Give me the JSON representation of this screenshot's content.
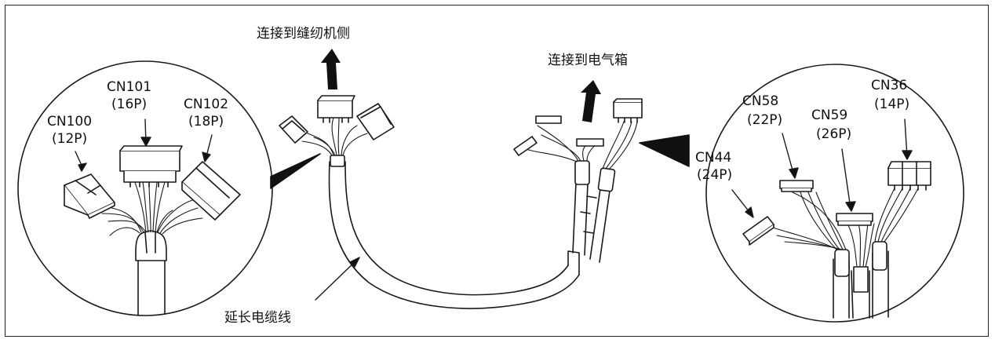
{
  "labels": {
    "to_sewing_machine": "连接到缝纫机侧",
    "to_electric_box": "连接到电气箱",
    "extension_cable": "延长电缆线"
  },
  "left_connectors": [
    {
      "name": "CN100",
      "pins": "(12P)"
    },
    {
      "name": "CN101",
      "pins": "(16P)"
    },
    {
      "name": "CN102",
      "pins": "(18P)"
    }
  ],
  "right_connectors": [
    {
      "name": "CN44",
      "pins": "(24P)"
    },
    {
      "name": "CN58",
      "pins": "(22P)"
    },
    {
      "name": "CN59",
      "pins": "(26P)"
    },
    {
      "name": "CN36",
      "pins": "(14P)"
    }
  ],
  "colors": {
    "line": "#1a1a1a",
    "fill": "#ffffff",
    "shade": "#e6e6e6"
  }
}
